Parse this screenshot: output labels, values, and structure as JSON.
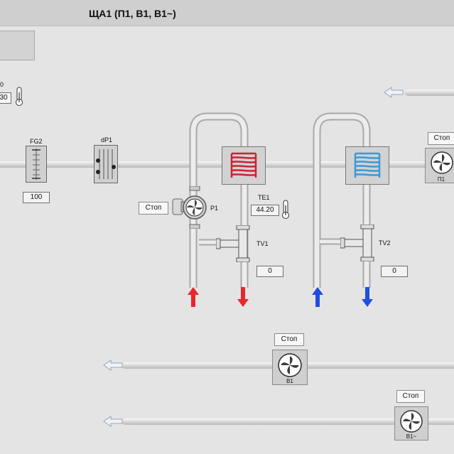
{
  "header": {
    "title": "ЩА1 (П1, В1, В1~)"
  },
  "left_partial_value": "30",
  "left_partial_label": "0",
  "filter": {
    "label": "FG2",
    "value": "100"
  },
  "dp": {
    "label": "dP1"
  },
  "pump": {
    "label": "P1",
    "button": "Стоп"
  },
  "te": {
    "label": "TE1",
    "value": "44.20"
  },
  "valve1": {
    "label": "TV1",
    "value": "0"
  },
  "valve2": {
    "label": "TV2",
    "value": "0"
  },
  "fan_p1": {
    "label": "П1",
    "button": "Стоп"
  },
  "fan_v1": {
    "label": "В1",
    "button": "Стоп"
  },
  "fan_v1b": {
    "label": "В1~",
    "button": "Стоп"
  },
  "colors": {
    "hot": "#e8262c",
    "cold": "#1f4fe0",
    "heater_coil": "#cc2233",
    "cooler_coil": "#3a9ad8"
  }
}
